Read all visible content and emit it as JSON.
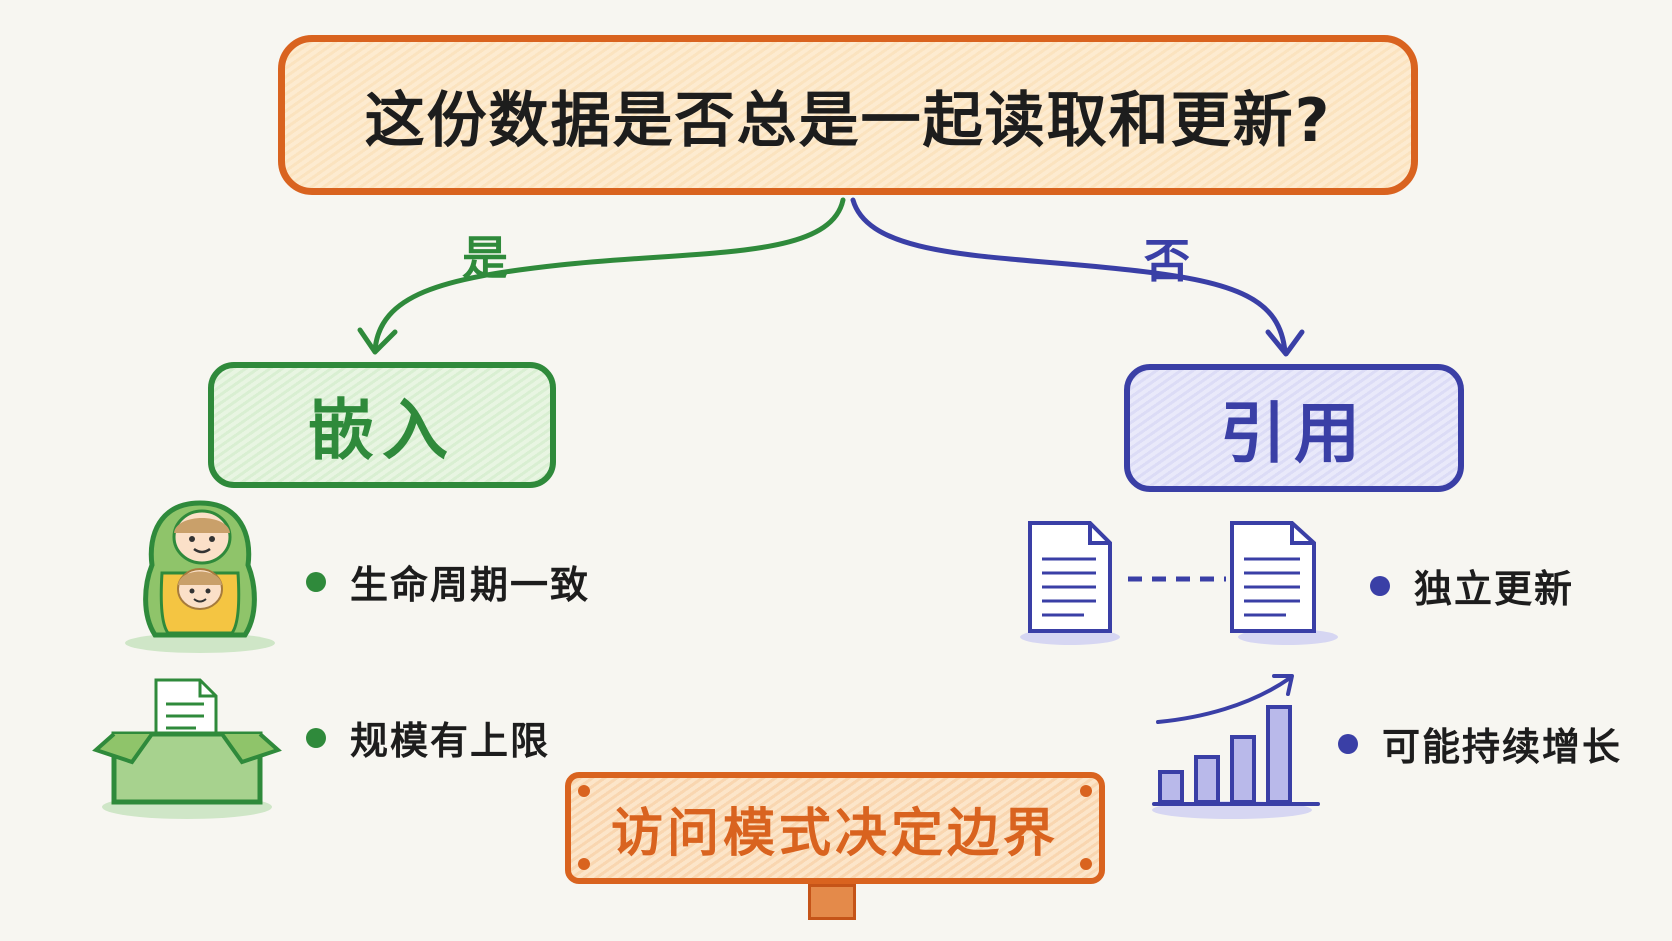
{
  "question": "这份数据是否总是一起读取和更新?",
  "branches": {
    "yes": {
      "label": "是",
      "node": "嵌入",
      "points": [
        "生命周期一致",
        "规模有上限"
      ]
    },
    "no": {
      "label": "否",
      "node": "引用",
      "points": [
        "独立更新",
        "可能持续增长"
      ]
    }
  },
  "sign": "访问模式决定边界",
  "growth_bars": [
    0.3,
    0.45,
    0.65,
    0.95
  ],
  "icons": {
    "nesting_doll": "nesting-doll-icon",
    "box": "box-with-document-icon",
    "linked_docs": "linked-documents-icon",
    "growth_chart": "growth-chart-icon"
  },
  "colors": {
    "orange": "#d9631f",
    "green": "#2f8a3b",
    "blue": "#3a3fa6"
  }
}
